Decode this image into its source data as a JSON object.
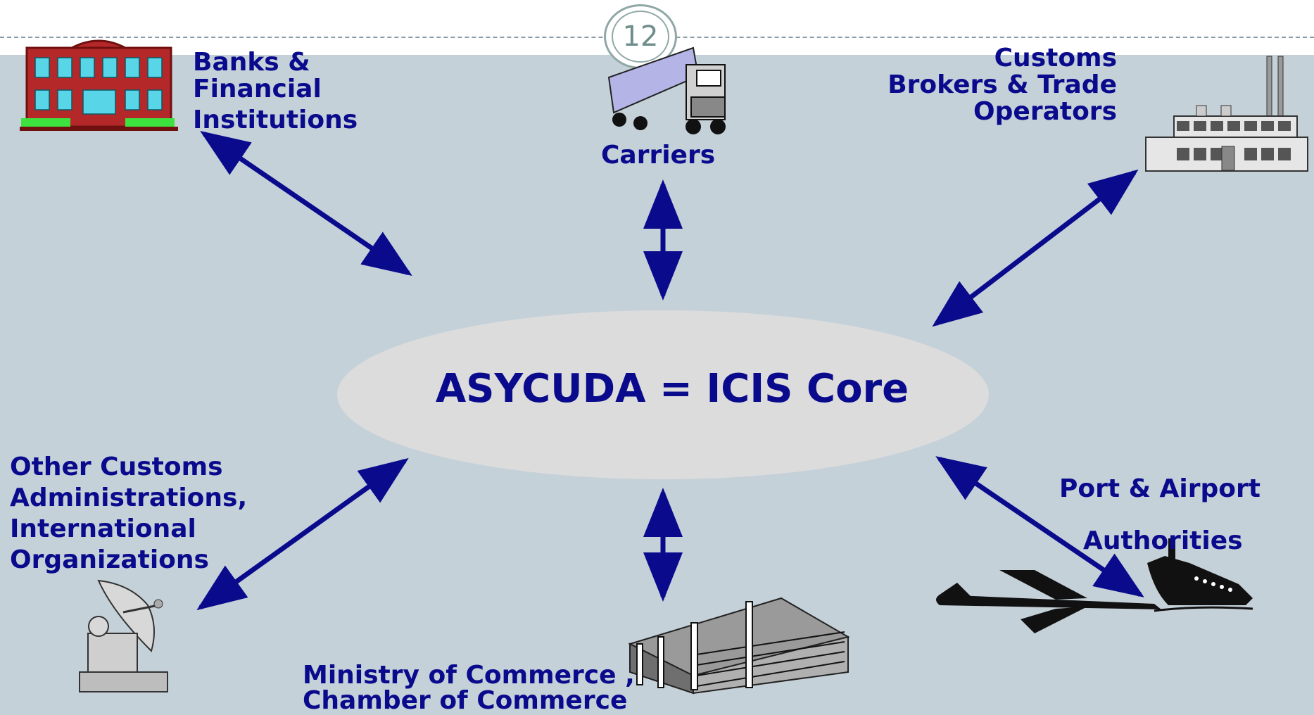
{
  "page_number": "12",
  "core": {
    "label": "ASYCUDA = ICIS Core"
  },
  "nodes": {
    "banks": {
      "lines": [
        "Banks &",
        "Financial",
        "Institutions"
      ],
      "icon": "bank-building-icon"
    },
    "carriers": {
      "lines": [
        "Carriers"
      ],
      "icon": "truck-icon"
    },
    "brokers": {
      "lines": [
        "Customs",
        "Brokers & Trade",
        "Operators"
      ],
      "icon": "factory-icon"
    },
    "other_customs": {
      "lines": [
        "Other Customs",
        "Administrations,",
        "International",
        "Organizations"
      ],
      "icon": "satellite-dish-icon"
    },
    "ministry": {
      "lines": [
        "Ministry of Commerce ,",
        "Chamber of Commerce"
      ],
      "icon": "office-building-icon"
    },
    "port": {
      "lines": [
        "Port & Airport",
        "Authorities"
      ],
      "icon": "plane-and-ship-icon"
    }
  },
  "colors": {
    "text": "#0a0a8c",
    "arrow": "#0a0a8c",
    "background": "#c5d1d9",
    "core_fill": "#dcdcdc"
  }
}
